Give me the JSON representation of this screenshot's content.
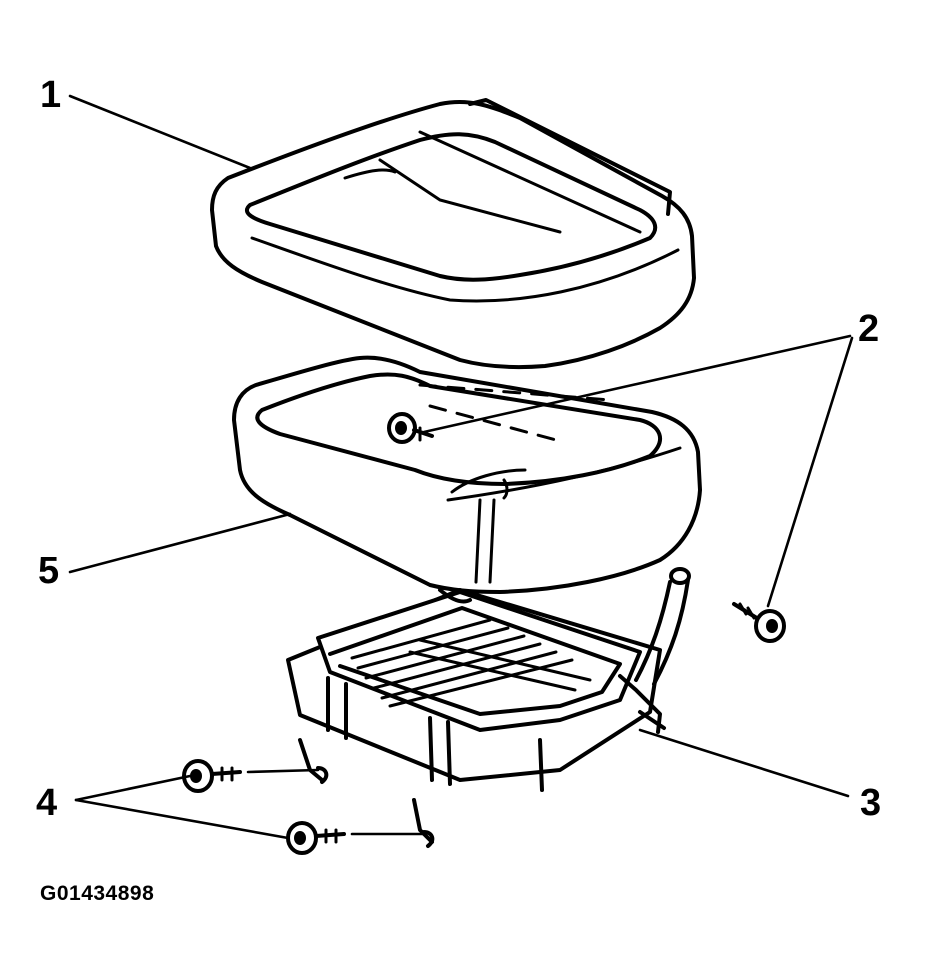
{
  "callouts": {
    "c1": "1",
    "c2": "2",
    "c3": "3",
    "c4": "4",
    "c5": "5"
  },
  "figure_id": "G01434898"
}
